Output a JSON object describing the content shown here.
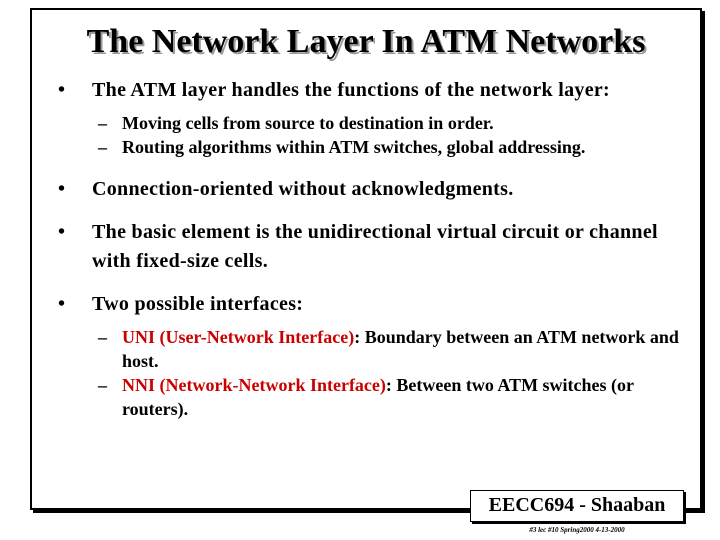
{
  "slide": {
    "title": "The Network Layer In ATM Networks",
    "bullets": [
      {
        "text": "The ATM layer handles the functions of the network layer:",
        "subs": [
          "Moving cells from source to destination in order.",
          "Routing algorithms within ATM switches, global addressing."
        ]
      },
      {
        "text": "Connection-oriented without acknowledgments."
      },
      {
        "text": "The basic element is the unidirectional virtual circuit or channel with fixed-size cells."
      },
      {
        "text": "Two possible interfaces:",
        "subs_rich": [
          {
            "term": "UNI (User-Network Interface)",
            "desc": ":  Boundary between an ATM network and host."
          },
          {
            "term": "NNI (Network-Network Interface)",
            "desc": ":  Between two ATM switches (or routers)."
          }
        ]
      }
    ],
    "bullet_glyph": "•",
    "dash_glyph": "–"
  },
  "footer": {
    "label": "EECC694 - Shaaban",
    "note": "#3  lec #10  Spring2000  4-13-2000"
  },
  "colors": {
    "accent": "#cc0000",
    "text": "#000000",
    "title_shadow": "#9a9a9a"
  }
}
